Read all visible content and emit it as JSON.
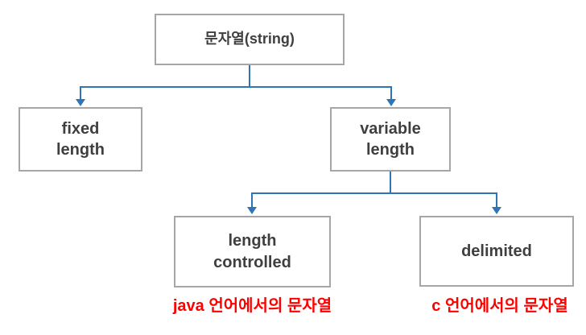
{
  "colors": {
    "line": "#2e75b6",
    "box-border": "#a6a6a6",
    "box-fill": "#ffffff",
    "text": "#3f3f3f",
    "annotation": "#ff0000",
    "background": "#ffffff"
  },
  "diagram": {
    "nodes": {
      "root": {
        "label": "문자열(string)"
      },
      "fixed": {
        "label": "fixed\nlength"
      },
      "variable": {
        "label": "variable\nlength"
      },
      "length_controlled": {
        "label": "length\ncontrolled"
      },
      "delimited": {
        "label": "delimited"
      }
    },
    "annotations": {
      "java": "java 언어에서의 문자열",
      "c": "c 언어에서의 문자열"
    }
  }
}
